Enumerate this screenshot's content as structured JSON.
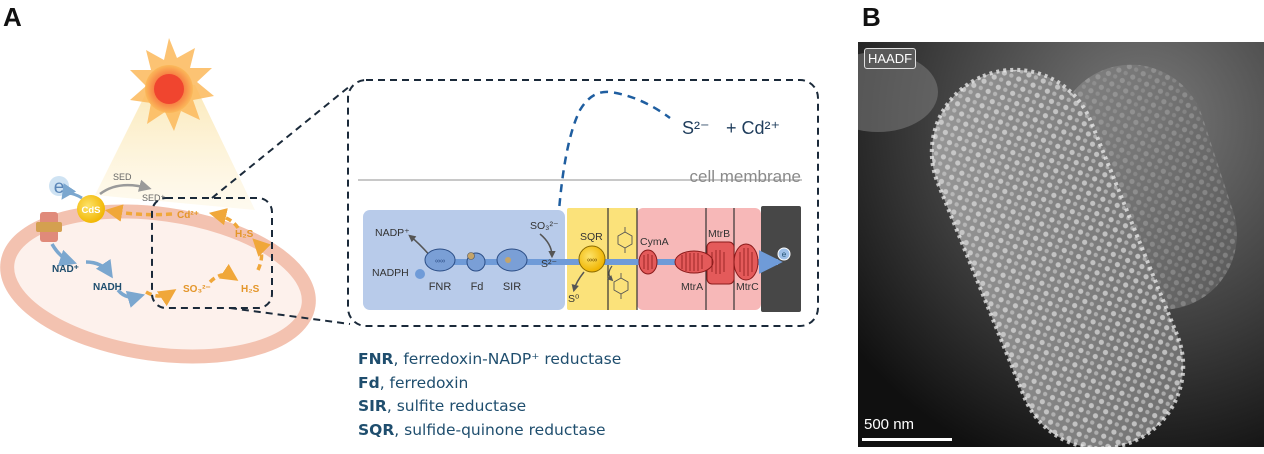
{
  "panels": {
    "a": "A",
    "b": "B"
  },
  "left_cell": {
    "e_label": "e",
    "cds_label": "CdS",
    "sed_label": "SED",
    "sed_plus_label": "SED⁺",
    "cd_label": "Cd²⁺",
    "h2s_top_label": "H₂S",
    "h2s_bottom_label": "H₂S",
    "so3_label": "SO₃²⁻",
    "nad_label": "NAD⁺",
    "nadh_label": "NADH"
  },
  "zoom": {
    "s2_label": "S²⁻",
    "cd_label": "+ Cd²⁺",
    "membrane_label": "cell membrane",
    "nadp_label": "NADP⁺",
    "nadph_label": "NADPH",
    "fnr_label": "FNR",
    "fd_label": "Fd",
    "sir_label": "SIR",
    "so3_label": "SO₃²⁻",
    "s2_small_label": "S²⁻",
    "s0_label": "S⁰",
    "sqr_label": "SQR",
    "cyma_label": "CymA",
    "mtrb_label": "MtrB",
    "mtra_label": "MtrA",
    "mtrc_label": "MtrC",
    "e_small_label": "e"
  },
  "legend": [
    {
      "abbr": "FNR",
      "text": ", ferredoxin-NADP⁺ reductase"
    },
    {
      "abbr": "Fd",
      "text": ", ferredoxin"
    },
    {
      "abbr": "SIR",
      "text": ", sulfite reductase"
    },
    {
      "abbr": "SQR",
      "text": ", sulfide-quinone reductase"
    }
  ],
  "micrograph": {
    "mode_label": "HAADF",
    "scale_label": "500 nm"
  },
  "colors": {
    "sun": "#f2483a",
    "cell": "#f3c2b0",
    "cell_fill": "#fdf1ec",
    "orange": "#f0a73a",
    "blue_arrow": "#7ba7cf",
    "dark_blue": "#1f4e6e",
    "cytoplasm_box": "#b8cbea",
    "sqr_box": "#fbe27a",
    "mtr_box": "#f7b8b8",
    "outer_box": "#4a4a4a",
    "protein_red": "#e45a5a"
  }
}
